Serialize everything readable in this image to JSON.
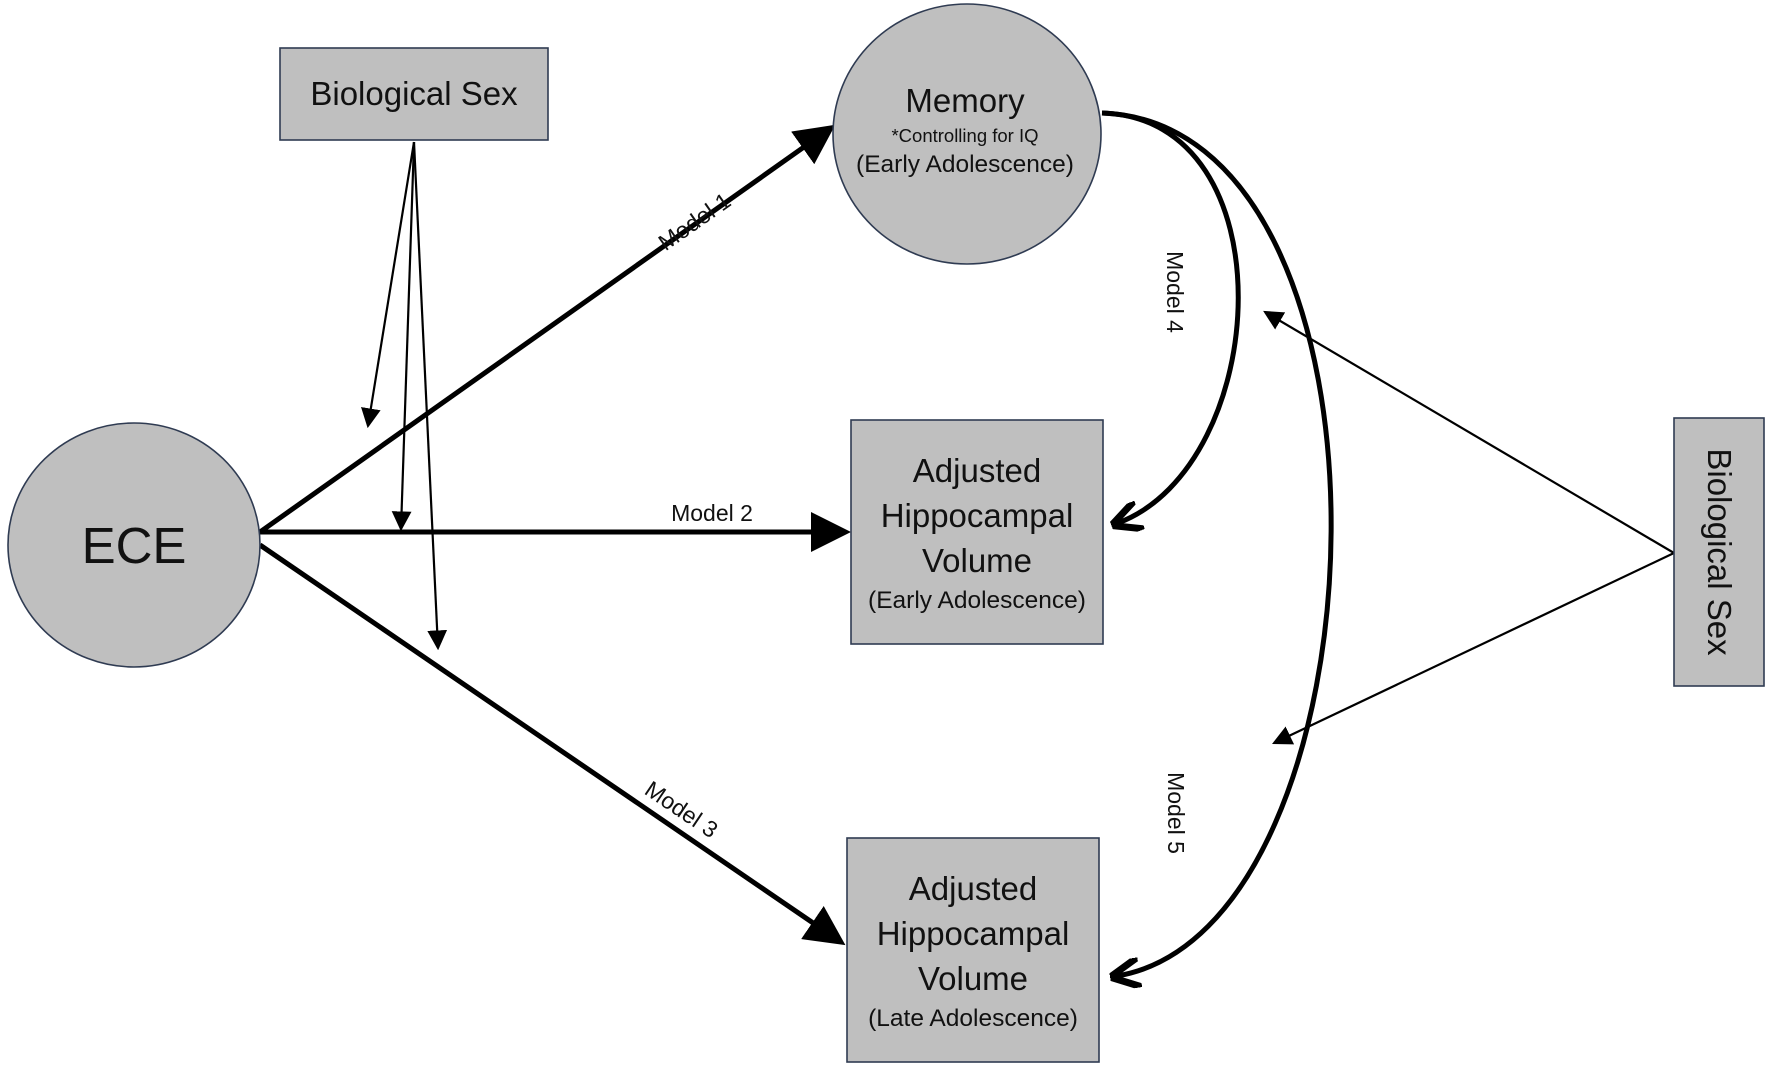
{
  "nodes": {
    "ece": {
      "label": "ECE"
    },
    "sex_top": {
      "label": "Biological Sex"
    },
    "sex_right": {
      "label": "Biological Sex"
    },
    "memory": {
      "title": "Memory",
      "note": "*Controlling for IQ",
      "period": "(Early Adolescence)"
    },
    "hippo_early": {
      "line1": "Adjusted",
      "line2": "Hippocampal",
      "line3": "Volume",
      "period": "(Early Adolescence)"
    },
    "hippo_late": {
      "line1": "Adjusted",
      "line2": "Hippocampal",
      "line3": "Volume",
      "period": "(Late Adolescence)"
    }
  },
  "edges": {
    "model1": "Model 1",
    "model2": "Model 2",
    "model3": "Model 3",
    "model4": "Model 4",
    "model5": "Model 5"
  },
  "colors": {
    "node_fill": "#bfbfbf",
    "node_border": "#2f3b52",
    "arrow": "#000000",
    "background": "#ffffff"
  }
}
